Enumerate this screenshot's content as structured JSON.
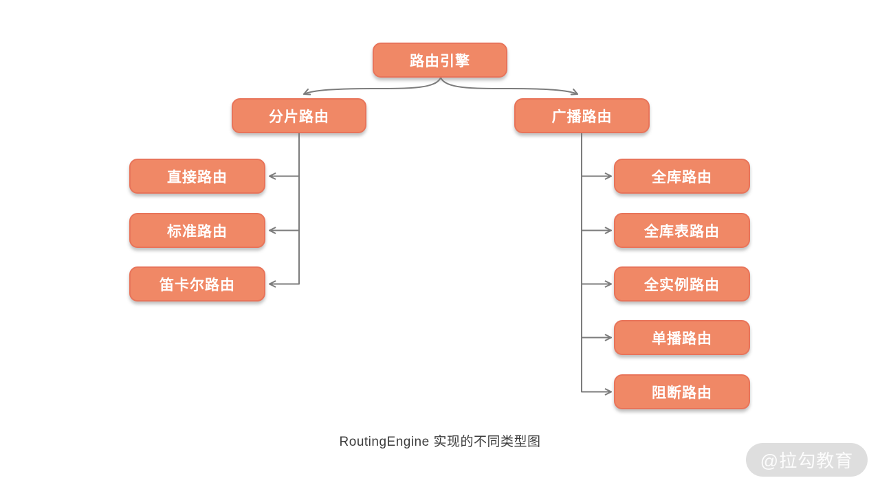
{
  "diagram": {
    "caption": "RoutingEngine 实现的不同类型图",
    "watermark": "@拉勾教育",
    "nodes": {
      "root": {
        "label": "路由引擎"
      },
      "sharding": {
        "label": "分片路由"
      },
      "broadcast": {
        "label": "广播路由"
      },
      "sharding_children": [
        {
          "label": "直接路由"
        },
        {
          "label": "标准路由"
        },
        {
          "label": "笛卡尔路由"
        }
      ],
      "broadcast_children": [
        {
          "label": "全库路由"
        },
        {
          "label": "全库表路由"
        },
        {
          "label": "全实例路由"
        },
        {
          "label": "单播路由"
        },
        {
          "label": "阻断路由"
        }
      ]
    },
    "colors": {
      "node_fill": "#F08866",
      "node_border": "#E8745A",
      "node_text": "#FFFFFF",
      "line": "#7C7C7C",
      "caption_text": "#3C3C3C",
      "watermark_bg": "#DEDEDE",
      "watermark_text": "#FCFCFC"
    }
  }
}
